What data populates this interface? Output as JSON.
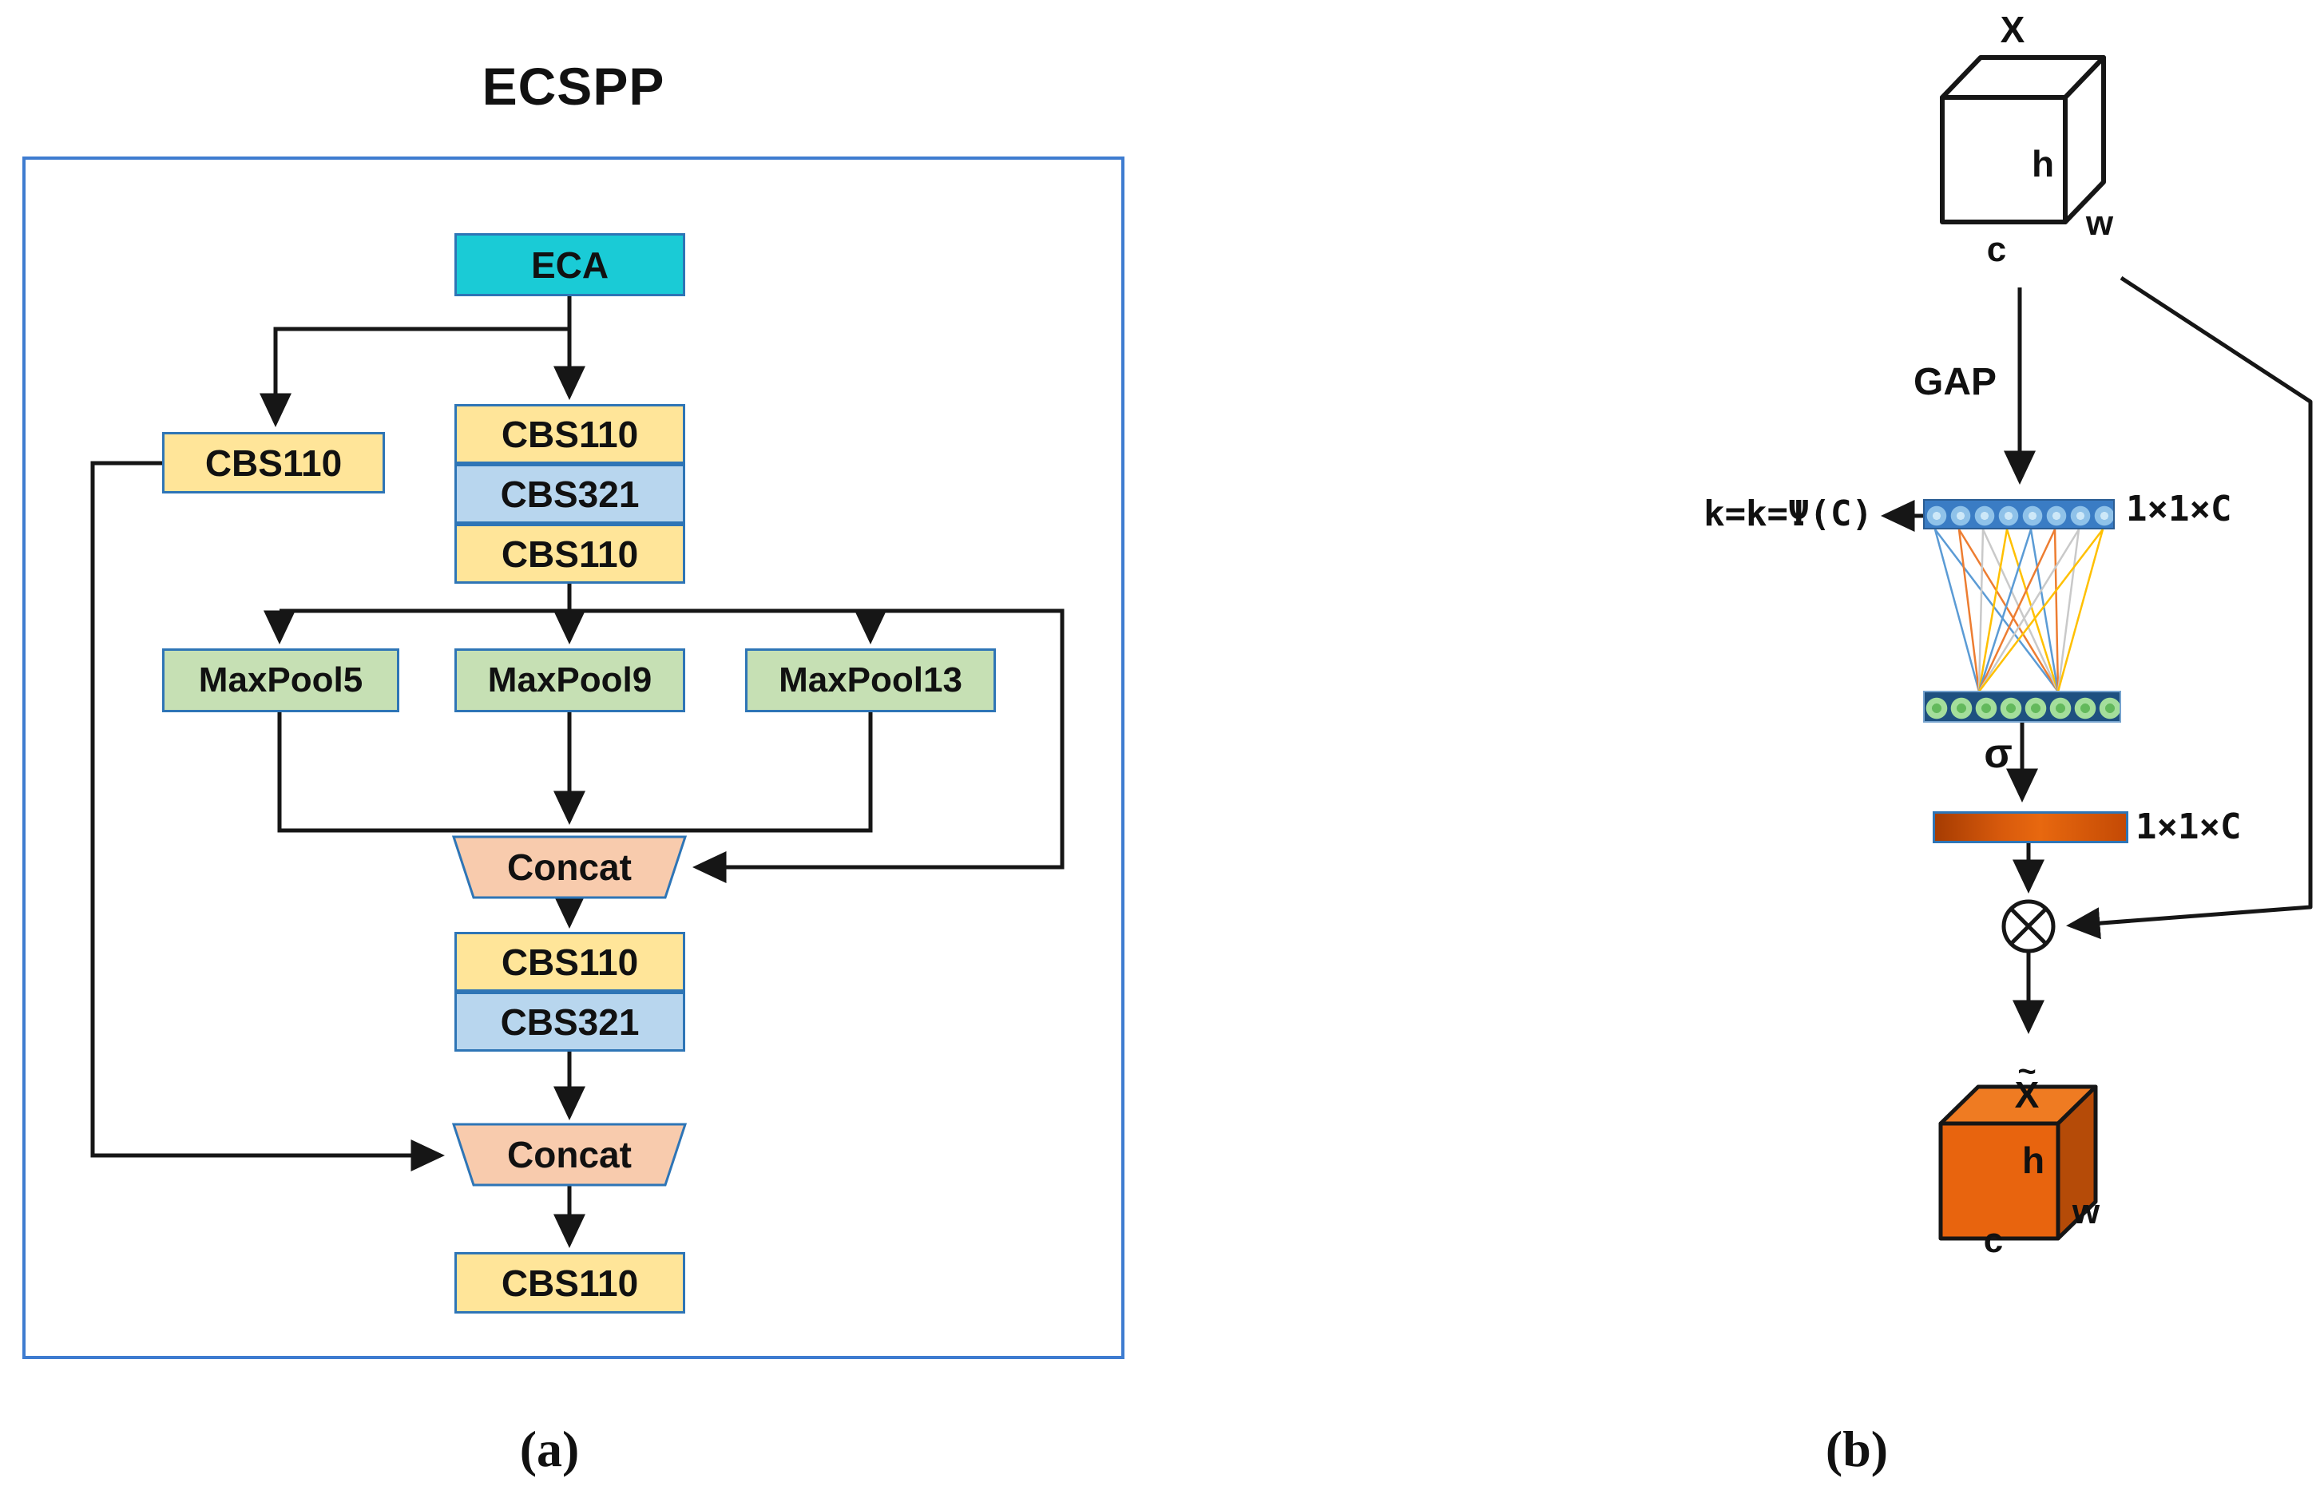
{
  "figure": {
    "panel_a": {
      "title": "ECSPP",
      "caption": "(a)",
      "eca": "ECA",
      "stack1": [
        "CBS110",
        "CBS321",
        "CBS110"
      ],
      "branch_block": "CBS110",
      "maxpools": [
        "MaxPool5",
        "MaxPool9",
        "MaxPool13"
      ],
      "concat1": "Concat",
      "stack2": [
        "CBS110",
        "CBS321"
      ],
      "concat2": "Concat",
      "output_block": "CBS110",
      "colors": {
        "eca_fill": "#1ACBD6",
        "cbs110_fill": "#FFE599",
        "cbs321_fill": "#B8D6EE",
        "maxpool_fill": "#C6E0B4",
        "concat_fill": "#F8CBAD",
        "block_border": "#2E75B6",
        "panel_border": "#3E7CD0"
      }
    },
    "panel_b": {
      "caption": "(b)",
      "input_cube": {
        "name": "X",
        "height": "h",
        "width": "w",
        "channels": "c"
      },
      "gap_label": "GAP",
      "kernel_formula": "k=k=Ψ(C)",
      "vector1_dims": "1×1×C",
      "sigma_label": "σ",
      "vector2_dims": "1×1×C",
      "output_symbol": {
        "accent": "~",
        "letter": "X"
      },
      "output_cube": {
        "height": "h",
        "width": "w",
        "channels": "c"
      },
      "circle_rows": {
        "circle_count": 8
      },
      "fan": {
        "origin_count": 8,
        "target_count": 2,
        "line_colors": [
          "#5B9BD5",
          "#ED7D31",
          "#C9C9C9",
          "#FFC000"
        ]
      },
      "colors": {
        "vector_row_blue": "#3A7CC4",
        "vector_circle_blue": "#8FC2E9",
        "vector_row_navy": "#1E5080",
        "vector_circle_green": "#A4DE9B",
        "weight_bar_orange": "#D85A0C",
        "cube_front_orange": "#E8640E",
        "cube_side_orange": "#B54B08",
        "cube_top_orange": "#EF7B22"
      }
    }
  }
}
